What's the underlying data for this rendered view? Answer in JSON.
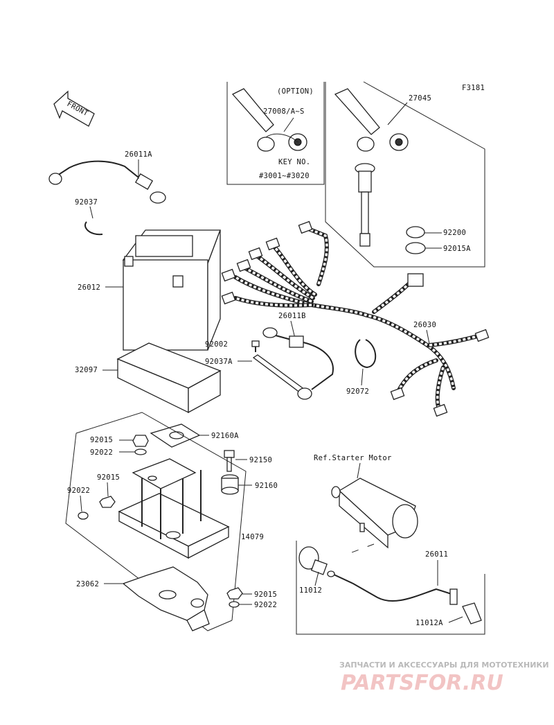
{
  "diagram_code": "F3181",
  "front_label": "FRONT",
  "option_box": {
    "title": "(OPTION)",
    "part": "27008/A~S",
    "key_no_label": "KEY NO.",
    "key_range": "#3001~#3020"
  },
  "callouts": {
    "p27045": "27045",
    "p26011A": "26011A",
    "p92037": "92037",
    "p26012": "26012",
    "p92200": "92200",
    "p92015A": "92015A",
    "p26011B": "26011B",
    "p26030": "26030",
    "p92002": "92002",
    "p92037A": "92037A",
    "p32097": "32097",
    "p92072": "92072",
    "p92015_a": "92015",
    "p92022_a": "92022",
    "p92160A": "92160A",
    "p92150": "92150",
    "p92015_b": "92015",
    "p92160": "92160",
    "p92022_b": "92022",
    "p14079": "14079",
    "ref_starter": "Ref.Starter Motor",
    "p26011": "26011",
    "p23062": "23062",
    "p11012": "11012",
    "p92015_c": "92015",
    "p92022_c": "92022",
    "p11012A": "11012A"
  },
  "watermark": {
    "tagline": "ЗАПЧАСТИ И АКСЕССУАРЫ ДЛЯ МОТОТЕХНИКИ",
    "logo": "PARTSFOR.RU"
  },
  "colors": {
    "line": "#222222",
    "watermark_tagline": "#b9b9b9",
    "watermark_logo": "#f2c4c4"
  }
}
